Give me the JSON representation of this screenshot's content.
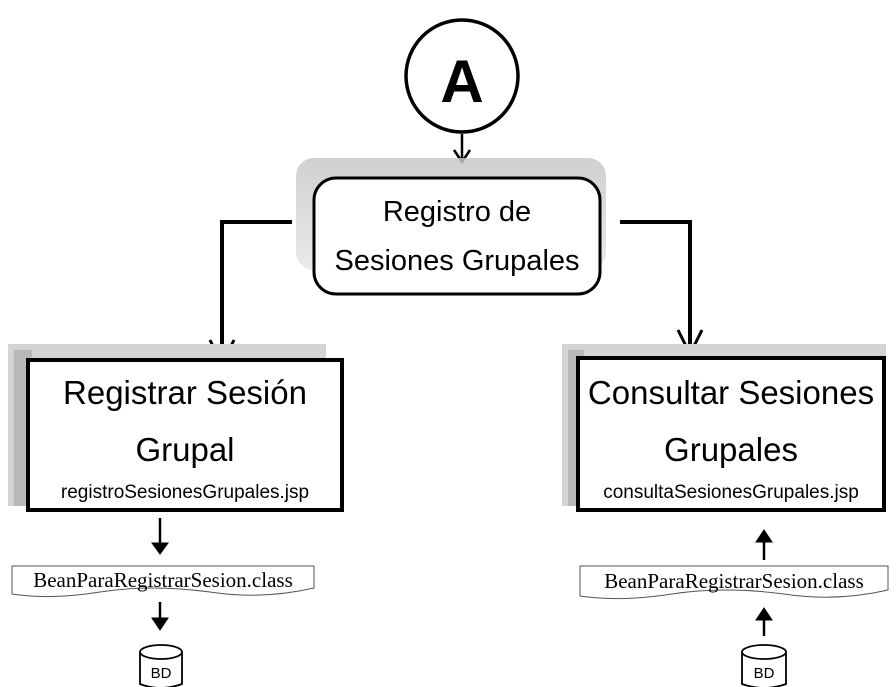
{
  "connector": {
    "label": "A"
  },
  "root": {
    "line1": "Registro de",
    "line2": "Sesiones Grupales"
  },
  "left_box": {
    "title_line1": "Registrar Sesión",
    "title_line2": "Grupal",
    "file": "registroSesionesGrupales.jsp"
  },
  "right_box": {
    "title_line1": "Consultar Sesiones",
    "title_line2": "Grupales",
    "file": "consultaSesionesGrupales.jsp"
  },
  "left_bean": {
    "label": "BeanParaRegistrarSesion.class"
  },
  "right_bean": {
    "label": "BeanParaRegistrarSesion.class"
  },
  "left_db": {
    "label": "BD"
  },
  "right_db": {
    "label": "BD"
  }
}
